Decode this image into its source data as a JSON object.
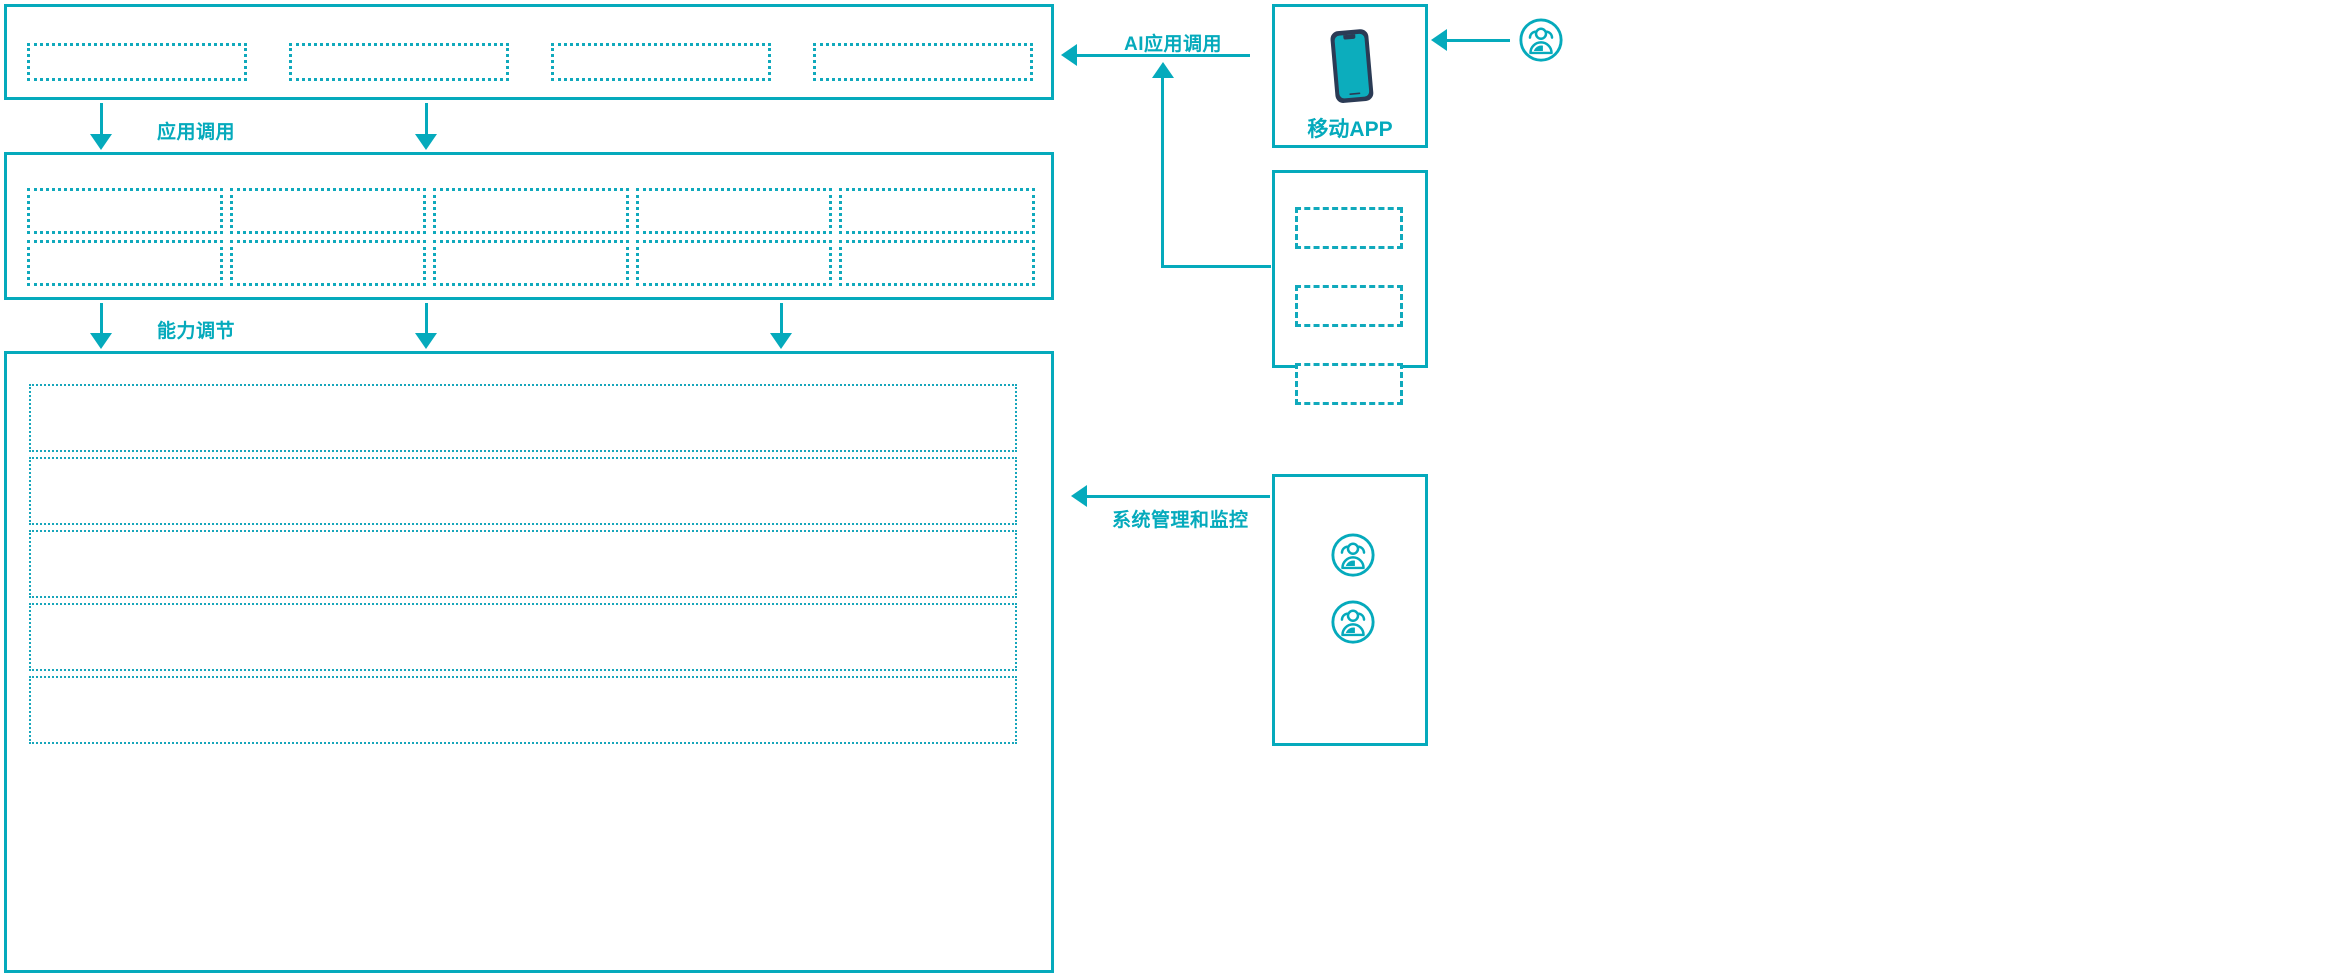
{
  "theme": {
    "accent": "#05AABC",
    "dash_accent": "#10A9BC",
    "phone_frame": "#2B3B55",
    "phone_screen": "#0CADBD",
    "background": "#FFFFFF"
  },
  "diagram": {
    "type": "layered-architecture",
    "orientation": "left-stack-with-right-actors",
    "layers": [
      {
        "id": "application-layer",
        "name": "application-layer-panel",
        "slot_count": 4,
        "slot_style": "dotted",
        "slots": [
          "",
          "",
          "",
          ""
        ]
      },
      {
        "id": "capability-layer",
        "name": "capability-layer-panel",
        "slot_count": 10,
        "slot_style": "dotted",
        "columns": 5,
        "rows": 2,
        "slots": [
          "",
          "",
          "",
          "",
          "",
          "",
          "",
          "",
          "",
          ""
        ]
      },
      {
        "id": "platform-layer",
        "name": "platform-layer-panel",
        "slot_count": 5,
        "slot_style": "dotted",
        "slots": [
          "",
          "",
          "",
          "",
          ""
        ]
      }
    ],
    "connectors": [
      {
        "id": "app-invoke",
        "label": "应用调用",
        "direction": "down",
        "from": "application-layer",
        "to": "capability-layer",
        "arrow_count": 2
      },
      {
        "id": "capability-tune",
        "label": "能力调节",
        "direction": "down",
        "from": "capability-layer",
        "to": "platform-layer",
        "arrow_count": 3
      },
      {
        "id": "ai-app-invoke",
        "label": "AI应用调用",
        "direction": "left",
        "from": "mobile-app",
        "to": "application-layer"
      },
      {
        "id": "system-manage-monitor",
        "label": "系统管理和监控",
        "direction": "left",
        "from": "operations-actors",
        "to": "platform-layer"
      },
      {
        "id": "user-to-mobile",
        "label": "",
        "direction": "left",
        "from": "end-user",
        "to": "mobile-app"
      }
    ],
    "right_panels": [
      {
        "id": "mobile-app",
        "name": "mobile-app-panel",
        "label": "移动APP",
        "icon": "smartphone-icon",
        "slot_count": 0
      },
      {
        "id": "channel-panel",
        "name": "channel-panel",
        "label": "",
        "slot_count": 3,
        "slot_style": "dashed",
        "slots": [
          "",
          "",
          ""
        ]
      },
      {
        "id": "operations-actors",
        "name": "operations-actor-panel",
        "label": "",
        "icons": [
          "user-group-icon",
          "user-group-icon"
        ]
      }
    ],
    "external_actors": [
      {
        "id": "end-user",
        "name": "end-user-actor",
        "icon": "user-group-icon",
        "label": ""
      }
    ]
  }
}
